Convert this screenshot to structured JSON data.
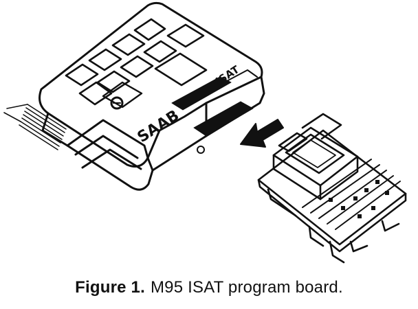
{
  "figure": {
    "caption_number": "Figure 1.",
    "caption_text": "M95 ISAT program board.",
    "device_brand_mark": "SAAB",
    "device_slot_label": "ISAT"
  },
  "colors": {
    "ink": "#111111",
    "paper": "#ffffff"
  },
  "icons": [
    "insert-arrow-icon"
  ]
}
